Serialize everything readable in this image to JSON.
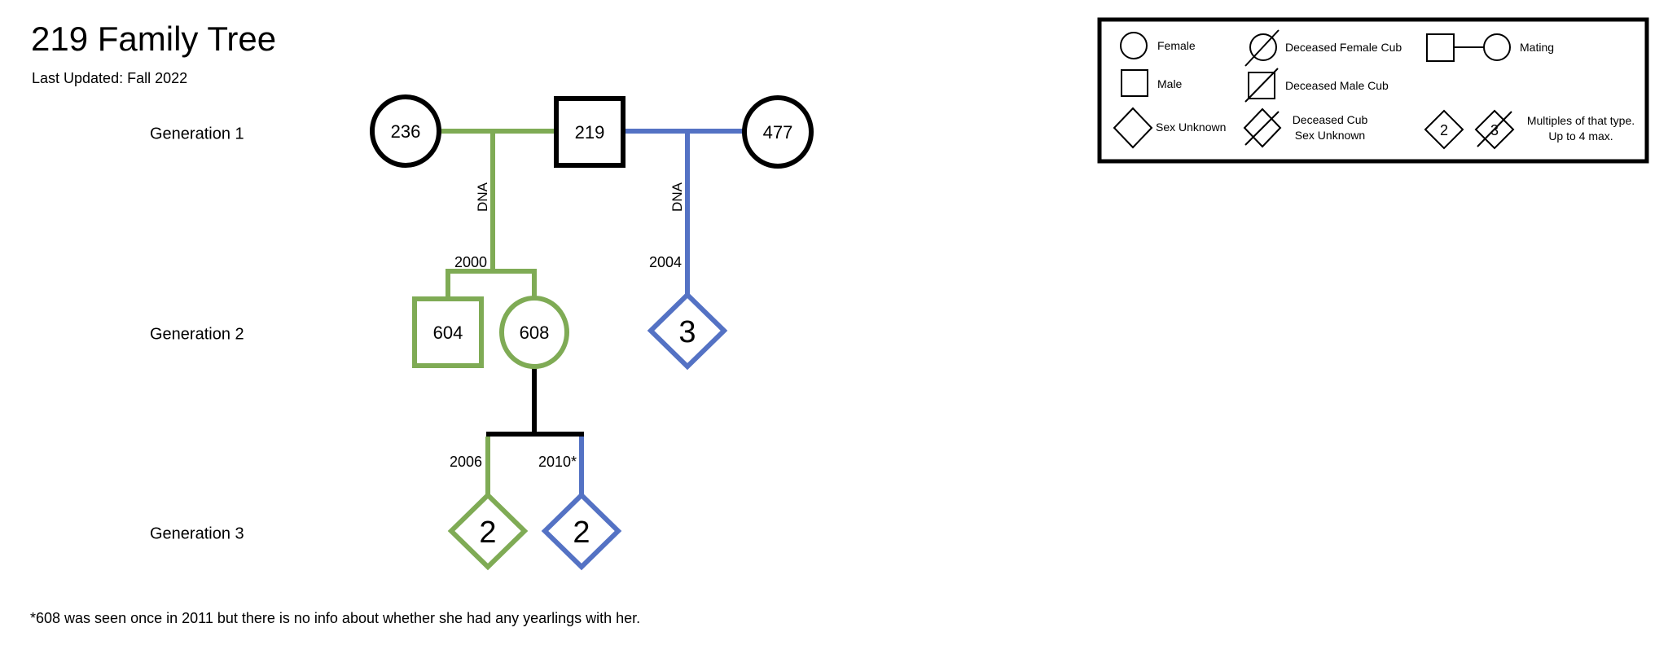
{
  "title": "219 Family Tree",
  "last_updated": "Last Updated: Fall 2022",
  "generations": [
    "Generation 1",
    "Generation 2",
    "Generation 3"
  ],
  "colors": {
    "line_236": "#7fab55",
    "line_477": "#5472c4",
    "line_608": "#000000",
    "outline": "#000000"
  },
  "nodes": {
    "f236": {
      "label": "236",
      "shape": "circle",
      "color": "#000000"
    },
    "m219": {
      "label": "219",
      "shape": "square",
      "color": "#000000"
    },
    "f477": {
      "label": "477",
      "shape": "circle",
      "color": "#000000"
    },
    "m604": {
      "label": "604",
      "shape": "square",
      "color": "#7fab55"
    },
    "f608": {
      "label": "608",
      "shape": "circle",
      "color": "#7fab55"
    },
    "u3": {
      "label": "3",
      "shape": "diamond",
      "color": "#5472c4"
    },
    "u2a": {
      "label": "2",
      "shape": "diamond",
      "color": "#7fab55"
    },
    "u2b": {
      "label": "2",
      "shape": "diamond",
      "color": "#5472c4"
    }
  },
  "edge_labels": {
    "dna_left": "DNA",
    "dna_right": "DNA",
    "year_2000": "2000",
    "year_2004": "2004",
    "year_2006": "2006",
    "year_2010": "2010*"
  },
  "legend": {
    "female": "Female",
    "male": "Male",
    "sex_unknown": "Sex Unknown",
    "deceased_female": "Deceased Female Cub",
    "deceased_male": "Deceased Male Cub",
    "deceased_unknown_1": "Deceased Cub",
    "deceased_unknown_2": "Sex Unknown",
    "mating": "Mating",
    "multiples_1": "Multiples of that type.",
    "multiples_2": "Up to 4 max.",
    "multiple_example_a": "2",
    "multiple_example_b": "3"
  },
  "footnote": "*608 was seen once in 2011 but there is no info about whether she had any yearlings with her."
}
